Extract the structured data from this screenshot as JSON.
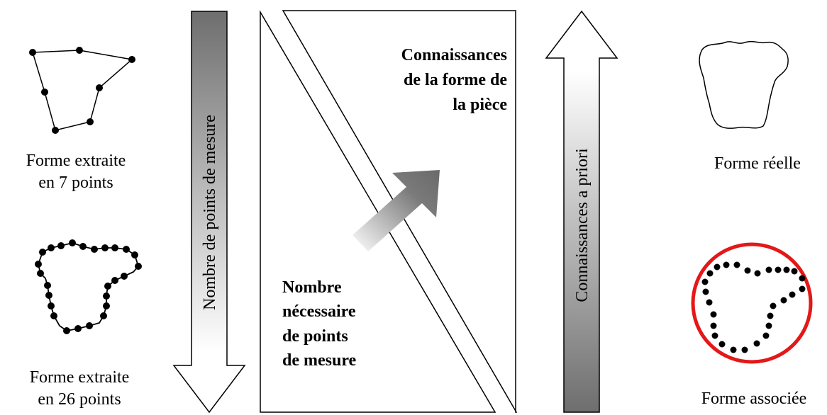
{
  "left": {
    "shape1_caption": [
      "Forme extraite",
      "en 7 points"
    ],
    "shape2_caption": [
      "Forme extraite",
      "en 26 points"
    ]
  },
  "right": {
    "shape1_caption": "Forme réelle",
    "shape2_caption": "Forme associée",
    "circle_color": "#e31818"
  },
  "arrows": {
    "down_label": "Nombre de points de mesure",
    "up_label": "Connaissances a priori"
  },
  "panel": {
    "top_text": [
      "Connaissances",
      "de la forme de",
      "la pièce"
    ],
    "bottom_text": [
      "Nombre",
      "nécessaire",
      "de points",
      "de mesure"
    ]
  },
  "icons": {
    "left_arrow": "arrow-down-gradient-icon",
    "right_arrow": "arrow-up-gradient-icon",
    "diagonal_arrow": "diagonal-arrow-gradient-icon"
  }
}
